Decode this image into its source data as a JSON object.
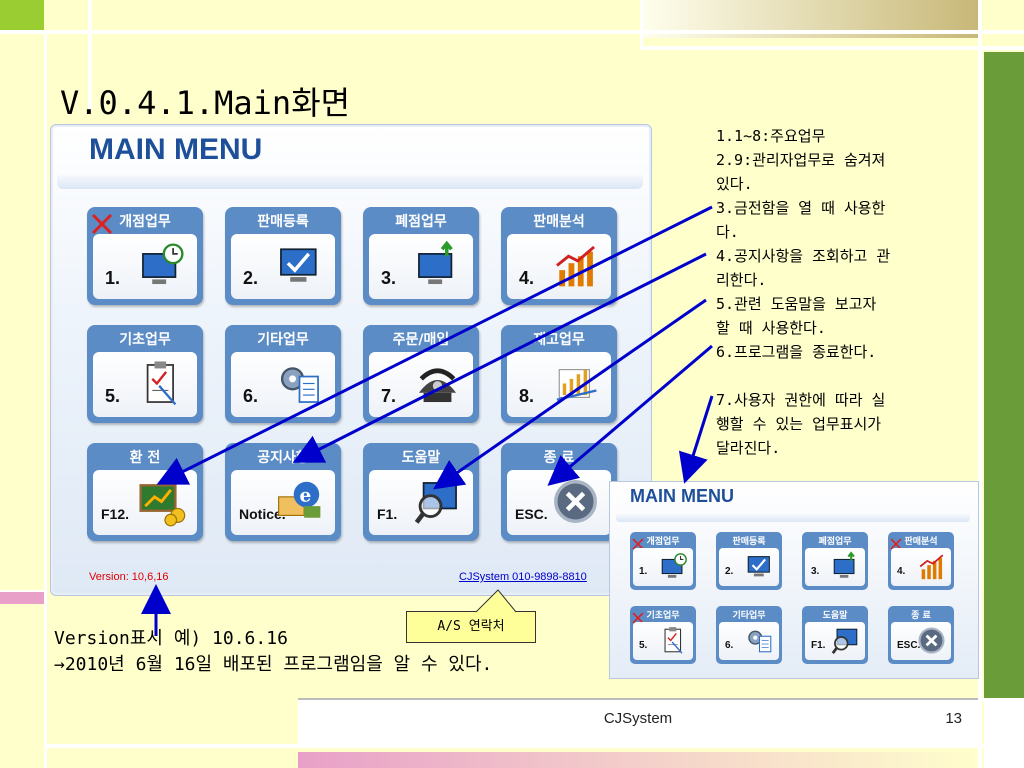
{
  "slide": {
    "title": "V.0.4.1.Main화면",
    "footer_center": "CJSystem",
    "page_number": "13"
  },
  "main_menu": {
    "title": "MAIN MENU",
    "version": "Version: 10,6,16",
    "contact": "CJSystem 010-9898-8810",
    "tiles": [
      {
        "label": "개점업무",
        "num": "1.",
        "icon": "monitor-clock-icon",
        "crossed": true
      },
      {
        "label": "판매등록",
        "num": "2.",
        "icon": "monitor-check-icon",
        "crossed": false
      },
      {
        "label": "폐점업무",
        "num": "3.",
        "icon": "monitor-arrow-icon",
        "crossed": false
      },
      {
        "label": "판매분석",
        "num": "4.",
        "icon": "bar-chart-icon",
        "crossed": false
      },
      {
        "label": "기초업무",
        "num": "5.",
        "icon": "clipboard-icon",
        "crossed": false
      },
      {
        "label": "기타업무",
        "num": "6.",
        "icon": "gear-document-icon",
        "crossed": false
      },
      {
        "label": "주문/매입",
        "num": "7.",
        "icon": "telephone-icon",
        "crossed": false
      },
      {
        "label": "재고업무",
        "num": "8.",
        "icon": "chart-book-icon",
        "crossed": false
      },
      {
        "label": "환 전",
        "num": "F12.",
        "icon": "money-chart-icon",
        "crossed": false
      },
      {
        "label": "공지사항",
        "num": "Notice.",
        "icon": "notice-ie-icon",
        "crossed": false
      },
      {
        "label": "도움말",
        "num": "F1.",
        "icon": "monitor-magnifier-icon",
        "crossed": false
      },
      {
        "label": "종 료",
        "num": "ESC.",
        "icon": "close-circle-icon",
        "crossed": false
      }
    ]
  },
  "notes": {
    "lines_a": [
      "1.1~8:주요업무",
      "2.9:관리자업무로 숨겨져",
      "있다.",
      "3.금전함을 열 때 사용한",
      "다.",
      "4.공지사항을 조회하고 관",
      "리한다.",
      "5.관련 도움말을 보고자",
      "할 때 사용한다.",
      "6.프로그램을 종료한다."
    ],
    "lines_b": [
      "7.사용자 권한에 따라 실",
      "행할 수 있는 업무표시가",
      "달라진다."
    ]
  },
  "small_menu": {
    "title": "MAIN MENU",
    "tiles": [
      {
        "label": "개점업무",
        "num": "1.",
        "icon": "monitor-clock-icon",
        "crossed": true
      },
      {
        "label": "판매등록",
        "num": "2.",
        "icon": "monitor-check-icon",
        "crossed": false
      },
      {
        "label": "폐점업무",
        "num": "3.",
        "icon": "monitor-arrow-icon",
        "crossed": false
      },
      {
        "label": "판매분석",
        "num": "4.",
        "icon": "bar-chart-icon",
        "crossed": true
      },
      {
        "label": "기초업무",
        "num": "5.",
        "icon": "clipboard-icon",
        "crossed": true
      },
      {
        "label": "기타업무",
        "num": "6.",
        "icon": "gear-document-icon",
        "crossed": false
      },
      {
        "label": "도움말",
        "num": "F1.",
        "icon": "monitor-magnifier-icon",
        "crossed": false
      },
      {
        "label": "종 료",
        "num": "ESC.",
        "icon": "close-circle-icon",
        "crossed": false
      }
    ]
  },
  "callout": {
    "text": "A/S 연락처"
  },
  "version_note": {
    "line1": "Version표시 예) 10.6.16",
    "line2": "→2010년 6월 16일 배포된 프로그램임을 알 수 있다."
  },
  "colors": {
    "background": "#ffffcc",
    "tile_blue": "#5b8cc6",
    "title_blue": "#1d4f9a",
    "arrow_blue": "#0000cc",
    "version_red": "#e00000"
  }
}
